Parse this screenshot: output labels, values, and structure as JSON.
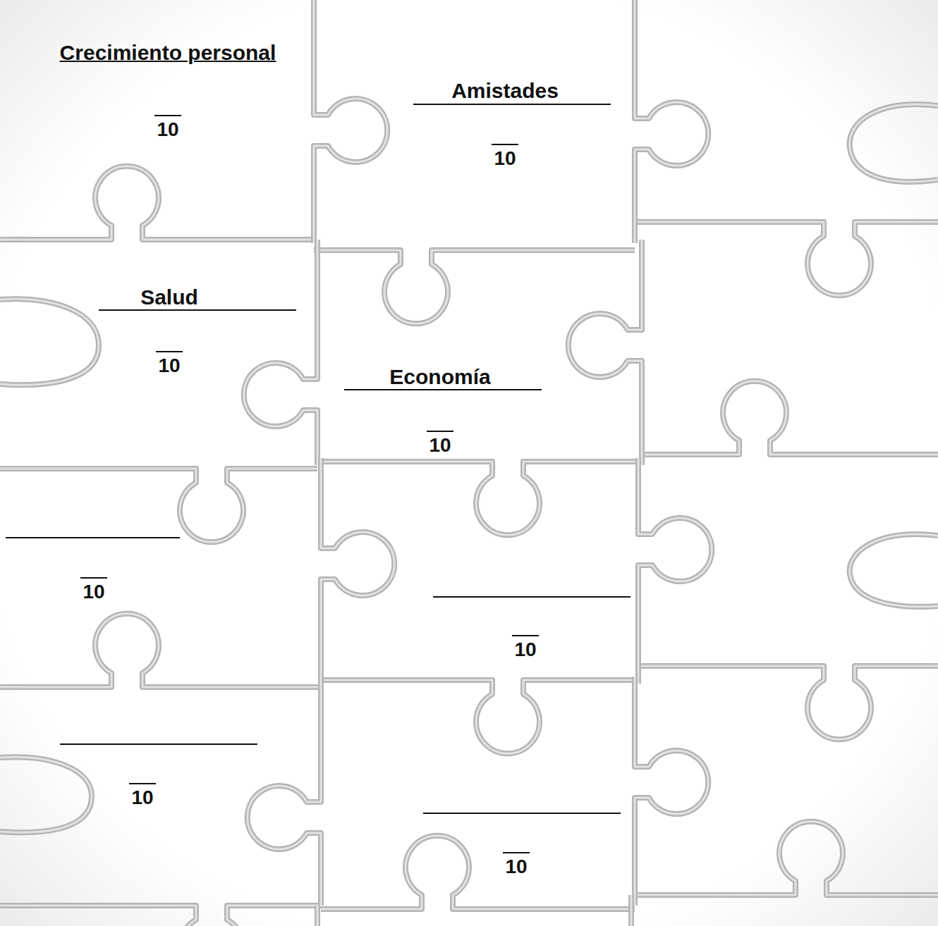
{
  "diagram": {
    "nodes": [
      {
        "text": [
          "Crecimiento personal",
          "10"
        ]
      },
      {
        "text": [
          "Amistades",
          "10"
        ]
      },
      {
        "text": [
          "Salud",
          "10"
        ]
      },
      {
        "text": [
          "Economía",
          "10"
        ]
      },
      {
        "text": [
          "10"
        ]
      },
      {
        "text": [
          "10"
        ]
      },
      {
        "text": [
          "10"
        ]
      },
      {
        "text": [
          "10"
        ]
      }
    ]
  }
}
